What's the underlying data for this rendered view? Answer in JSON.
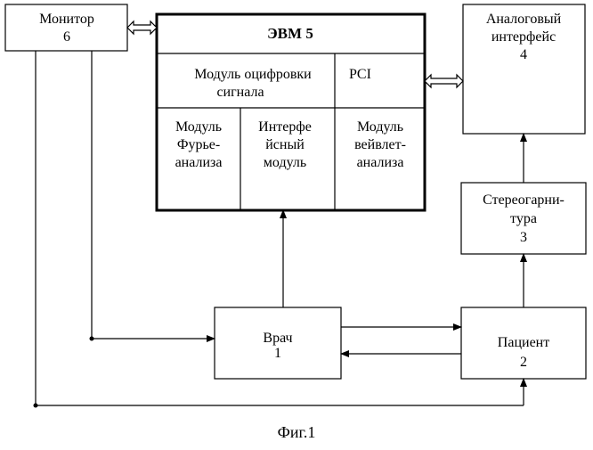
{
  "blocks": {
    "monitor": {
      "name": "Монитор",
      "number": "6"
    },
    "computer": {
      "title": "ЭВМ 5",
      "digitization_module": [
        "Модуль оцифровки",
        "сигнала"
      ],
      "pci": "PCI",
      "fourier_module": [
        "Модуль",
        "Фурье-",
        "анализа"
      ],
      "interface_module": [
        "Интерфе",
        "йсный",
        "модуль"
      ],
      "wavelet_module": [
        "Модуль",
        "вейвлет-",
        "анализа"
      ]
    },
    "analog_interface": {
      "name": [
        "Аналоговый",
        "интерфейс"
      ],
      "number": "4"
    },
    "headset": {
      "name": [
        "Стереогарни-",
        "тура"
      ],
      "number": "3"
    },
    "doctor": {
      "name": "Врач",
      "number": "1"
    },
    "patient": {
      "name": "Пациент",
      "number": "2"
    }
  },
  "caption": "Фиг.1"
}
